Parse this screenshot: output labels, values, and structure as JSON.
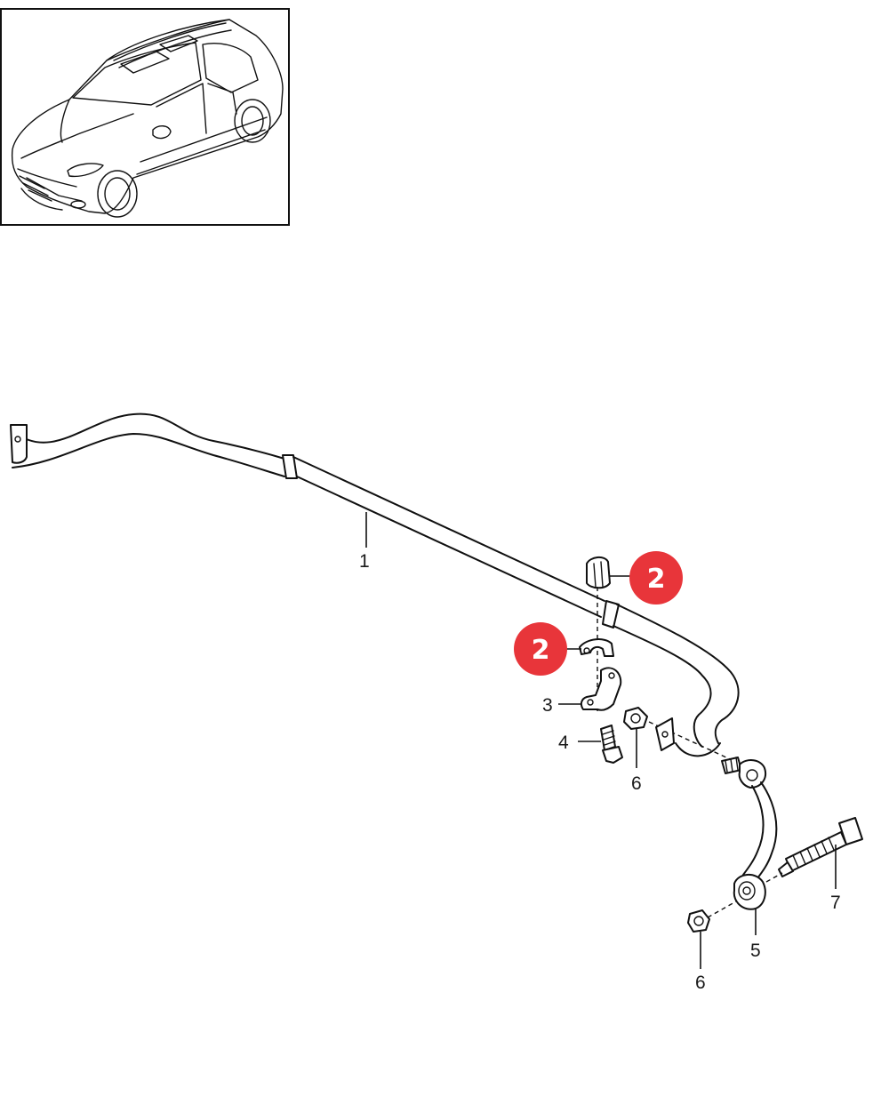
{
  "diagram": {
    "callouts": {
      "stabilizer_bar": "1",
      "bushing_top": "2",
      "bushing_clip": "2",
      "bracket": "3",
      "bolt": "4",
      "nut_upper": "6",
      "coupling_rod": "5",
      "nut_lower": "6",
      "long_bolt": "7"
    },
    "colors": {
      "badge": "#e8353a",
      "line": "#111111",
      "background": "#ffffff"
    }
  }
}
